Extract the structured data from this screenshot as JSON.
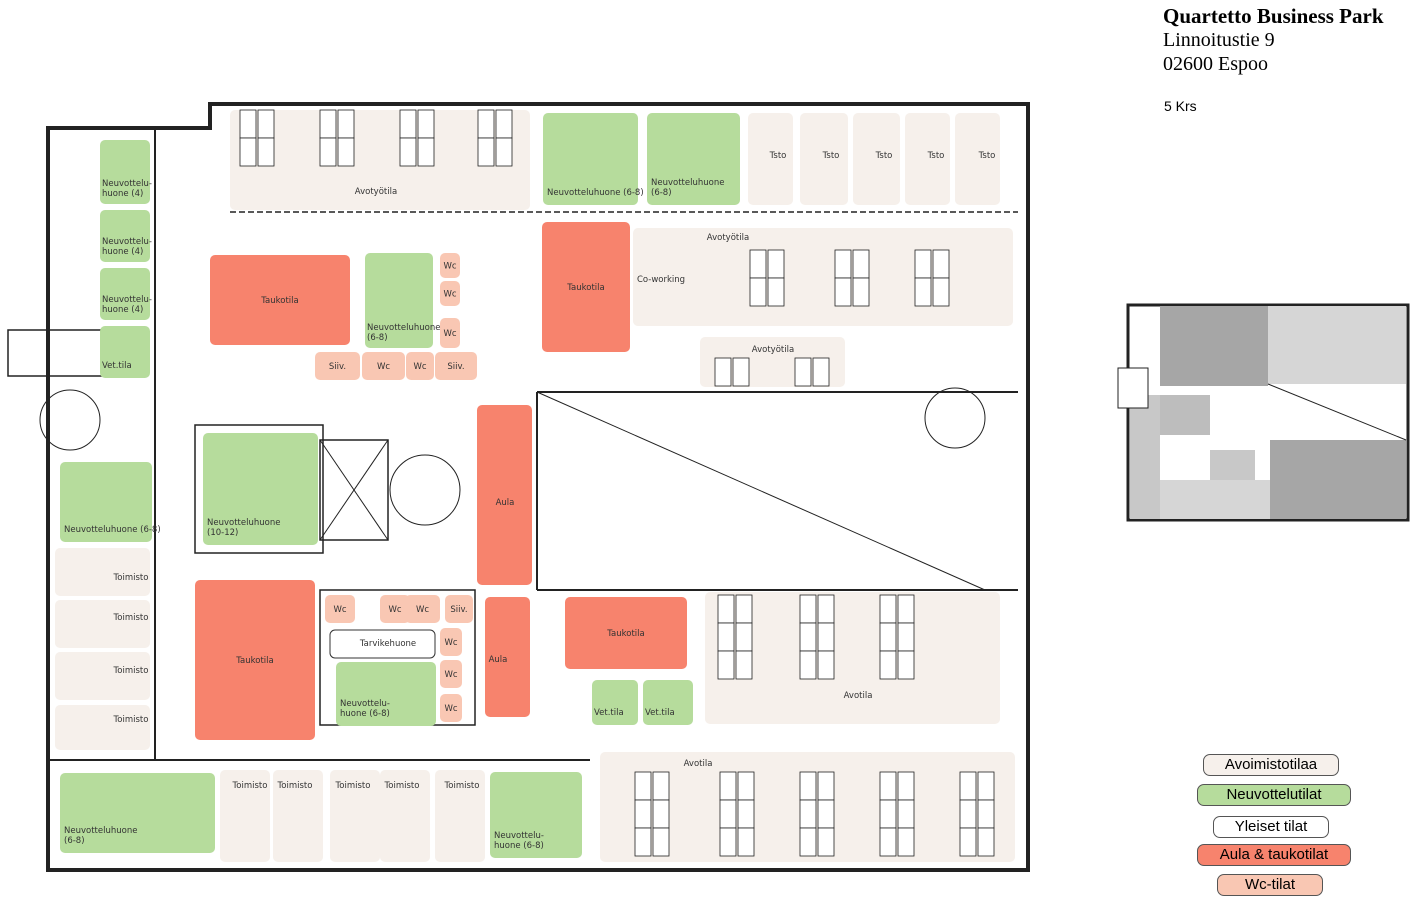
{
  "header": {
    "title": "Quartetto Business Park",
    "street": "Linnoitustie 9",
    "city": "02600 Espoo",
    "floor": "5 Krs"
  },
  "legend": [
    {
      "label": "Avoimistotilaa",
      "color": "#f6f0eb"
    },
    {
      "label": "Neuvottelutilat",
      "color": "#b6dc9c"
    },
    {
      "label": "Yleiset tilat",
      "color": "#ffffff"
    },
    {
      "label": "Aula & taukotilat",
      "color": "#f7836d"
    },
    {
      "label": "Wc-tilat",
      "color": "#f9c7b3"
    }
  ],
  "rooms": [
    {
      "id": "nh4a",
      "type": "meeting",
      "label": "Neuvottelu-",
      "label2": "huone (4)"
    },
    {
      "id": "nh4b",
      "type": "meeting",
      "label": "Neuvottelu-",
      "label2": "huone (4)"
    },
    {
      "id": "nh4c",
      "type": "meeting",
      "label": "Neuvottelu-",
      "label2": "huone (4)"
    },
    {
      "id": "vet1",
      "type": "meeting",
      "label": "Vet.tila"
    },
    {
      "id": "nht1",
      "type": "meeting",
      "label": "Neuvotteluhuone (6-8)"
    },
    {
      "id": "nht2",
      "type": "meeting",
      "label": "Neuvotteluhuone",
      "label2": "(6-8)"
    },
    {
      "id": "nhm",
      "type": "meeting",
      "label": "Neuvotteluhuone",
      "label2": "(6-8)"
    },
    {
      "id": "nh1012",
      "type": "meeting",
      "label": "Neuvotteluhuone",
      "label2": "(10-12)"
    },
    {
      "id": "nhl",
      "type": "meeting",
      "label": "Neuvotteluhuone (6-8)"
    },
    {
      "id": "nhc",
      "type": "meeting",
      "label": "Neuvottelu-",
      "label2": "huone (6-8)"
    },
    {
      "id": "nhbl",
      "type": "meeting",
      "label": "Neuvotteluhuone",
      "label2": "(6-8)"
    },
    {
      "id": "nhb",
      "type": "meeting",
      "label": "Neuvottelu-",
      "label2": "huone (6-8)"
    },
    {
      "id": "vet2",
      "type": "meeting",
      "label": "Vet.tila"
    },
    {
      "id": "vet3",
      "type": "meeting",
      "label": "Vet.tila"
    },
    {
      "id": "tk1",
      "type": "lobby",
      "label": "Taukotila"
    },
    {
      "id": "tk2",
      "type": "lobby",
      "label": "Taukotila"
    },
    {
      "id": "aula1",
      "type": "lobby",
      "label": "Aula"
    },
    {
      "id": "tk3",
      "type": "lobby",
      "label": "Taukotila"
    },
    {
      "id": "aula2",
      "type": "lobby",
      "label": "Aula"
    },
    {
      "id": "tk4",
      "type": "lobby",
      "label": "Taukotila"
    },
    {
      "id": "wc1",
      "type": "wc",
      "label": "Wc"
    },
    {
      "id": "wc2",
      "type": "wc",
      "label": "Wc"
    },
    {
      "id": "wc3",
      "type": "wc",
      "label": "Wc"
    },
    {
      "id": "siiv1",
      "type": "wc",
      "label": "Siiv."
    },
    {
      "id": "wc4",
      "type": "wc",
      "label": "Wc"
    },
    {
      "id": "wc5",
      "type": "wc",
      "label": "Wc"
    },
    {
      "id": "siiv2",
      "type": "wc",
      "label": "Siiv."
    },
    {
      "id": "wc6",
      "type": "wc",
      "label": "Wc"
    },
    {
      "id": "wc7",
      "type": "wc",
      "label": "Wc"
    },
    {
      "id": "wc8",
      "type": "wc",
      "label": "Wc"
    },
    {
      "id": "siiv3",
      "type": "wc",
      "label": "Siiv."
    },
    {
      "id": "wc9",
      "type": "wc",
      "label": "Wc"
    },
    {
      "id": "wc10",
      "type": "wc",
      "label": "Wc"
    },
    {
      "id": "wc11",
      "type": "wc",
      "label": "Wc"
    },
    {
      "id": "avo1",
      "type": "open",
      "label": "Avotyötila"
    },
    {
      "id": "ts1",
      "type": "open",
      "label": "Tsto"
    },
    {
      "id": "ts2",
      "type": "open",
      "label": "Tsto"
    },
    {
      "id": "ts3",
      "type": "open",
      "label": "Tsto"
    },
    {
      "id": "ts4",
      "type": "open",
      "label": "Tsto"
    },
    {
      "id": "ts5",
      "type": "open",
      "label": "Tsto"
    },
    {
      "id": "avo2",
      "type": "open",
      "label": "Avotyötila"
    },
    {
      "id": "cow",
      "type": "text",
      "label": "Co-working"
    },
    {
      "id": "avo3",
      "type": "open",
      "label": "Avotyötila"
    },
    {
      "id": "avo4",
      "type": "open",
      "label": "Avotila"
    },
    {
      "id": "avo5",
      "type": "open",
      "label": "Avotila"
    },
    {
      "id": "to1",
      "type": "open",
      "label": "Toimisto"
    },
    {
      "id": "to2",
      "type": "open",
      "label": "Toimisto"
    },
    {
      "id": "to3",
      "type": "open",
      "label": "Toimisto"
    },
    {
      "id": "to4",
      "type": "open",
      "label": "Toimisto"
    },
    {
      "id": "to5",
      "type": "open",
      "label": "Toimisto"
    },
    {
      "id": "to6",
      "type": "open",
      "label": "Toimisto"
    },
    {
      "id": "to7",
      "type": "open",
      "label": "Toimisto"
    },
    {
      "id": "to8",
      "type": "open",
      "label": "Toimisto"
    },
    {
      "id": "to9",
      "type": "open",
      "label": "Toimisto"
    },
    {
      "id": "tarv",
      "type": "common",
      "label": "Tarvikehuone"
    }
  ]
}
